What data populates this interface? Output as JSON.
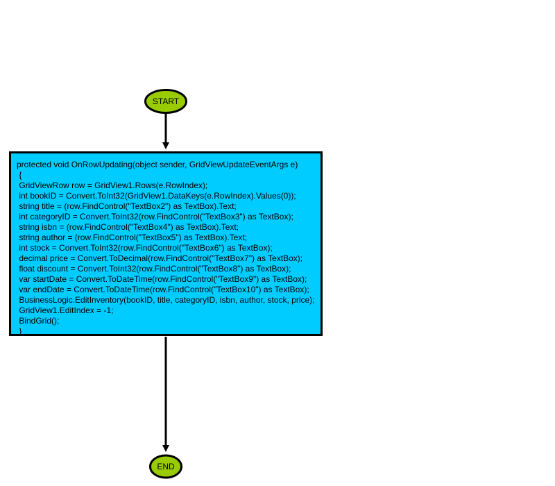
{
  "colors": {
    "terminal_fill": "#99cc00",
    "process_fill": "#00ccff",
    "stroke": "#000000"
  },
  "start": {
    "label": "START"
  },
  "end": {
    "label": "END"
  },
  "process": {
    "lines": [
      "protected void OnRowUpdating(object sender, GridViewUpdateEventArgs e)",
      " {",
      " GridViewRow row = GridView1.Rows(e.RowIndex);",
      " int bookID = Convert.ToInt32(GridView1.DataKeys(e.RowIndex).Values(0));",
      " string title = (row.FindControl(\"TextBox2\") as TextBox).Text;",
      " int categoryID = Convert.ToInt32(row.FindControl(\"TextBox3\") as TextBox);",
      " string isbn = (row.FindControl(\"TextBox4\") as TextBox).Text;",
      " string author = (row.FindControl(\"TextBox5\") as TextBox).Text;",
      " int stock = Convert.ToInt32(row.FindControl(\"TextBox6\") as TextBox);",
      " decimal price = Convert.ToDecimal(row.FindControl(\"TextBox7\") as TextBox);",
      " float discount = Convert.ToInt32(row.FindControl(\"TextBox8\") as TextBox);",
      " var startDate = Convert.ToDateTime(row.FindControl(\"TextBox9\") as TextBox);",
      " var endDate = Convert.ToDateTime(row.FindControl(\"TextBox10\") as TextBox);",
      " BusinessLogic.EditInventory(bookID, title, categoryID, isbn, author, stock, price);",
      " GridView1.EditIndex = -1;",
      " BindGrid();",
      " }"
    ]
  }
}
